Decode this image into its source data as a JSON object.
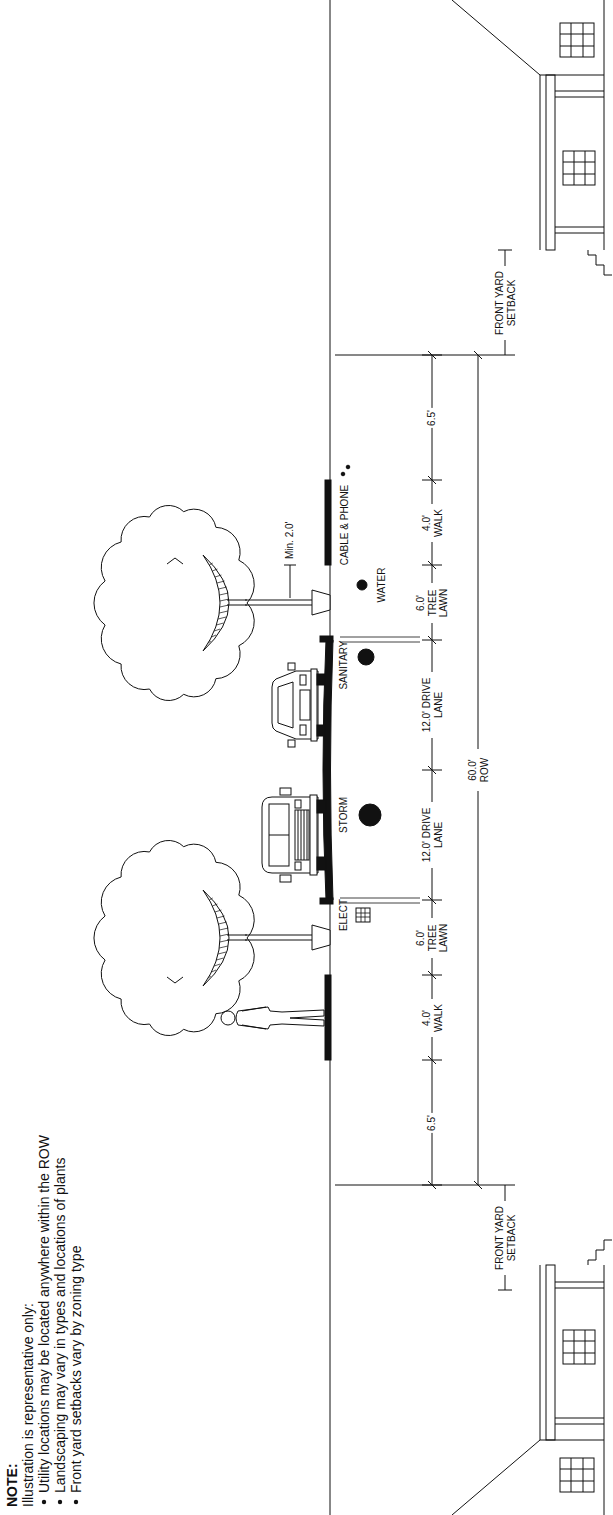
{
  "diagram": {
    "labels": [
      "NOTE:",
      "Illustration is representative only:",
      "Utility locations may be located anywhere within the ROW",
      "Landscaping may vary in types and locations of plants",
      "Front yard setbacks vary by zoning type",
      "FRONT YARD SETBACK",
      "6.5'",
      "4.0' WALK",
      "6.0' TREE LAWN",
      "ELECT",
      "STORM",
      "12.0' DRIVE LANE",
      "60.0' ROW",
      "12.0' DRIVE LANE",
      "SANITARY",
      "WATER",
      "6.0' TREE LAWN",
      "4.0' WALK",
      "CABLE & PHONE",
      "Min. 2.0'",
      "6.5'",
      "FRONT YARD SETBACK"
    ]
  }
}
